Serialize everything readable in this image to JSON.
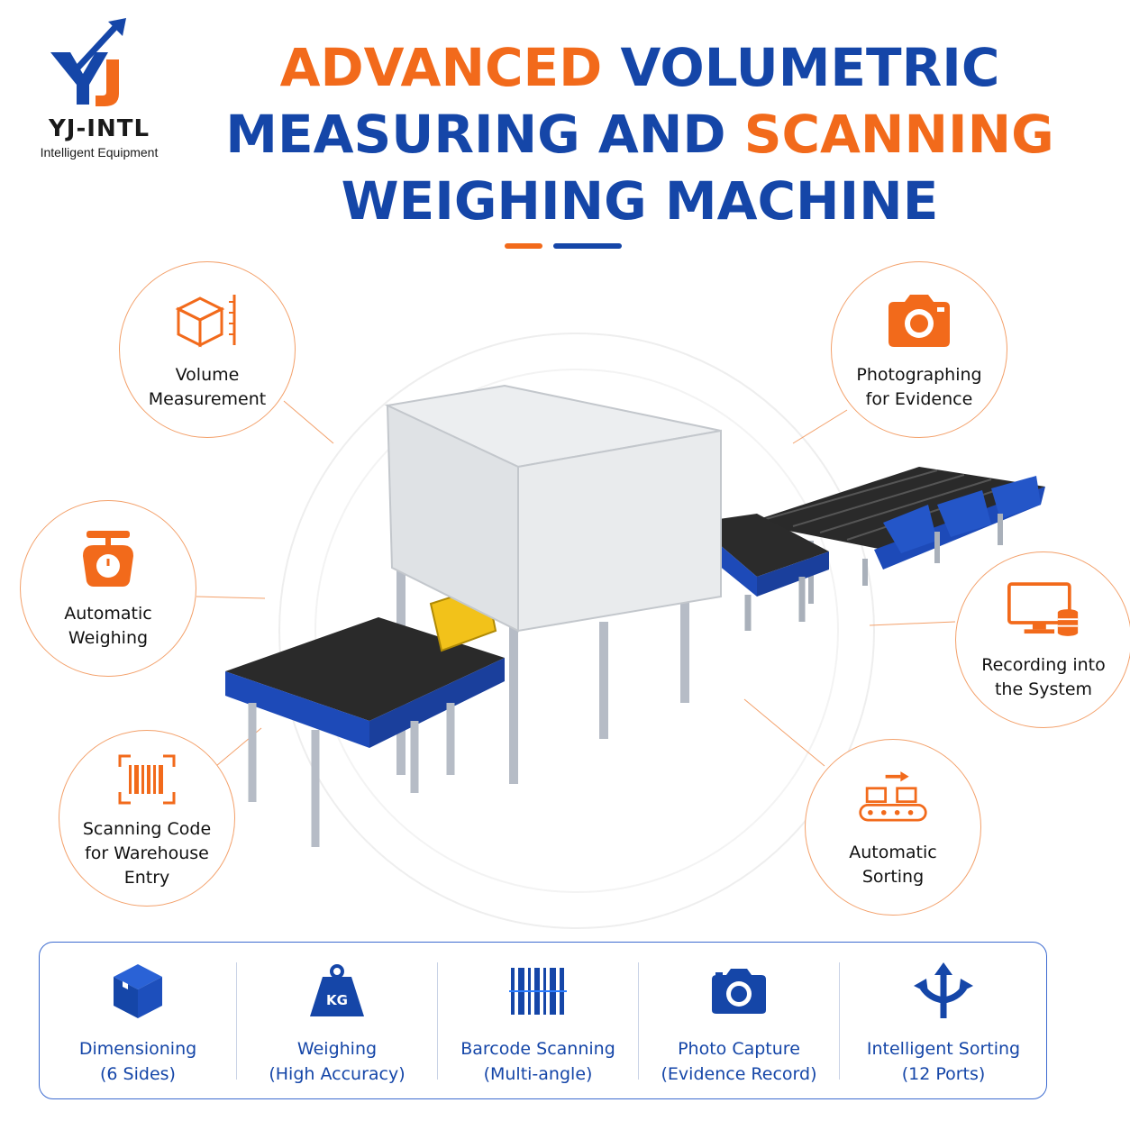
{
  "brand": {
    "monogram": "YJ",
    "name": "YJ-INTL",
    "subtitle": "Intelligent Equipment"
  },
  "title": {
    "line1_orange": "ADVANCED",
    "line1_blue": "VOLUMETRIC",
    "line2_blue": "MEASURING AND",
    "line2_orange": "SCANNING",
    "line3_blue": "WEIGHING MACHINE"
  },
  "features": [
    {
      "icon": "box-measure-icon",
      "line1": "Volume",
      "line2": "Measurement"
    },
    {
      "icon": "scale-icon",
      "line1": "Automatic",
      "line2": "Weighing"
    },
    {
      "icon": "barcode-scan-icon",
      "line1": "Scanning Code",
      "line2": "for Warehouse",
      "line3": "Entry"
    },
    {
      "icon": "camera-icon",
      "line1": "Photographing",
      "line2": "for Evidence"
    },
    {
      "icon": "monitor-database-icon",
      "line1": "Recording into",
      "line2": "the System"
    },
    {
      "icon": "conveyor-sorting-icon",
      "line1": "Automatic",
      "line2": "Sorting"
    }
  ],
  "specs": [
    {
      "icon": "cube-icon",
      "line1": "Dimensioning",
      "line2": "(6 Sides)"
    },
    {
      "icon": "kg-weight-icon",
      "line1": "Weighing",
      "line2": "(High Accuracy)",
      "badge": "KG"
    },
    {
      "icon": "barcode-icon",
      "line1": "Barcode Scanning",
      "line2": "(Multi-angle)"
    },
    {
      "icon": "camera-icon",
      "line1": "Photo Capture",
      "line2": "(Evidence Record)"
    },
    {
      "icon": "three-way-arrows-icon",
      "line1": "Intelligent Sorting",
      "line2": "(12 Ports)"
    }
  ],
  "colors": {
    "orange": "#f26a1b",
    "blue": "#1546a8"
  }
}
